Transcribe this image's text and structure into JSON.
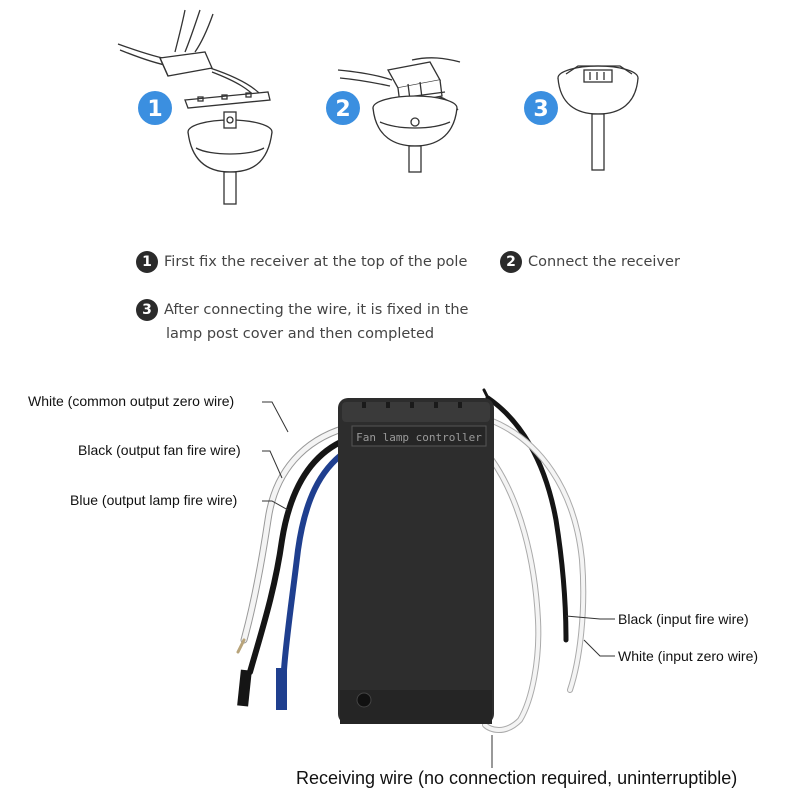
{
  "illustrations": {
    "badges": [
      "1",
      "2",
      "3"
    ],
    "badge_color": "#3b8fe0"
  },
  "steps": [
    {
      "num": "1",
      "text": "First fix the receiver at the top of the pole"
    },
    {
      "num": "2",
      "text": "Connect the receiver"
    },
    {
      "num": "3",
      "text_line1": "After connecting the wire, it is fixed in the",
      "text_line2": "lamp post cover and then completed"
    }
  ],
  "device": {
    "label_text": "Fan lamp controller"
  },
  "wire_labels": {
    "left": [
      "White (common output zero wire)",
      "Black (output fan fire wire)",
      "Blue (output lamp fire wire)"
    ],
    "right": [
      "Black (input fire wire)",
      "White (input zero wire)"
    ],
    "bottom": "Receiving wire (no connection required, uninterruptible)"
  },
  "colors": {
    "wire_black": "#151515",
    "wire_blue": "#1f3f8f",
    "wire_white": "#f4f4f4",
    "body": "#2d2d2d"
  }
}
